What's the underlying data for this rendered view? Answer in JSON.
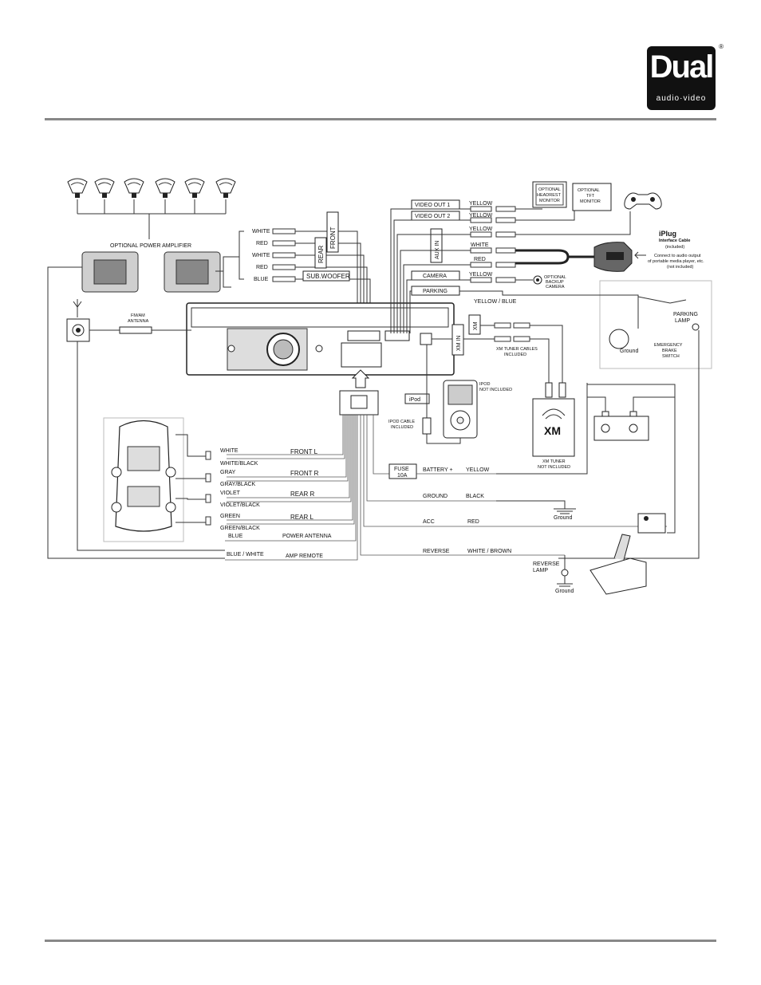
{
  "header": {
    "logo_text": "Dual",
    "logo_sub": "audio·video",
    "logo_reg": "®"
  },
  "amp": {
    "label": "OPTIONAL POWER AMPLIFIER"
  },
  "rca_left": {
    "front_label": "FRONT",
    "rear_label": "REAR",
    "sub_label": "SUB.WOOFER",
    "colors": [
      "WHITE",
      "RED",
      "WHITE",
      "RED",
      "BLUE"
    ]
  },
  "antenna": {
    "label_1": "FM/AM",
    "label_2": "ANTENNA"
  },
  "outputs": {
    "video_out_1": "VIDEO OUT 1",
    "video_out_2": "VIDEO OUT 2",
    "aux_in": "AUX IN",
    "camera": "CAMERA",
    "parking": "PARKING",
    "yellow": "YELLOW",
    "white": "WHITE",
    "red": "RED",
    "yellow_blue": "YELLOW / BLUE"
  },
  "monitors": {
    "headrest": [
      "OPTIONAL",
      "HEADREST",
      "MONITOR"
    ],
    "tft": [
      "OPTIONAL",
      "TFT",
      "MONITOR"
    ]
  },
  "iplug": {
    "brand": "iPlug",
    "cable_title": "Interface Cable",
    "included": "(included)",
    "note_1": "Connect to audio output",
    "note_2": "of portable media player, etc.",
    "note_3": "(not included)"
  },
  "camera": {
    "lines": [
      "OPTIONAL",
      "BACKUP",
      "CAMERA"
    ]
  },
  "parking_brake": {
    "lamp": [
      "PARKING",
      "LAMP"
    ],
    "ground": "Ground",
    "switch": [
      "EMERGENCY",
      "BRAKE",
      "SWITCH"
    ]
  },
  "xm": {
    "xm_in": "XM IN",
    "xm": "XM",
    "cables": [
      "XM TUNER CABLES",
      "INCLUDED"
    ],
    "tuner": [
      "XM TUNER",
      "NOT INCLUDED"
    ],
    "logo": "XM"
  },
  "ipod": {
    "label": "iPod",
    "not_included": [
      "IPOD",
      "NOT INCLUDED"
    ],
    "cable": [
      "IPOD CABLE",
      "INCLUDED"
    ]
  },
  "speakers": [
    {
      "color": "WHITE",
      "color2": "WHITE/BLACK",
      "channel": "FRONT  L"
    },
    {
      "color": "GRAY",
      "color2": "GRAY/BLACK",
      "channel": "FRONT  R"
    },
    {
      "color": "VIOLET",
      "color2": "VIOLET/BLACK",
      "channel": "REAR  R"
    },
    {
      "color": "GREEN",
      "color2": "GREEN/BLACK",
      "channel": "REAR  L"
    }
  ],
  "power": {
    "fuse": [
      "FUSE",
      "10A"
    ],
    "battery": "BATTERY +",
    "battery_color": "YELLOW",
    "ground": "GROUND",
    "ground_color": "BLACK",
    "acc": "ACC",
    "acc_color": "RED",
    "reverse": "REVERSE",
    "reverse_color": "WHITE / BROWN",
    "ground_symbol": "Ground",
    "reverse_lamp": [
      "REVERSE",
      "LAMP"
    ]
  },
  "harness": {
    "blue": "BLUE",
    "power_antenna": "POWER ANTENNA",
    "blue_white": "BLUE / WHITE",
    "amp_remote": "AMP REMOTE"
  }
}
